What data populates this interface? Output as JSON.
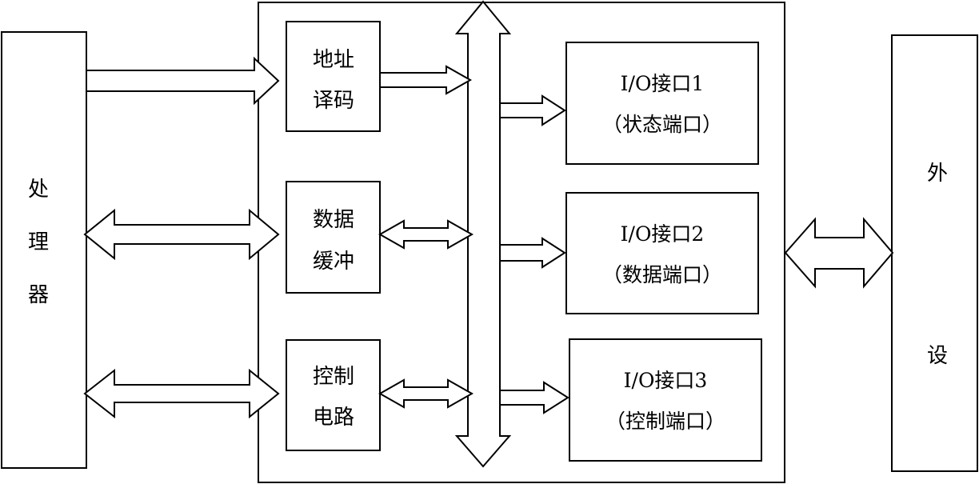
{
  "processor": {
    "lines": [
      "处",
      "理",
      "器"
    ]
  },
  "peripheral": {
    "lines": [
      "外",
      "设"
    ]
  },
  "address_decoder": {
    "line1": "地址",
    "line2": "译码"
  },
  "data_buffer": {
    "line1": "数据",
    "line2": "缓冲"
  },
  "control_circuit": {
    "line1": "控制",
    "line2": "电路"
  },
  "io_ports": [
    {
      "line1": "I/O接口1",
      "line2": "（状态端口）"
    },
    {
      "line1": "I/O接口2",
      "line2": "（数据端口）"
    },
    {
      "line1": "I/O接口3",
      "line2": "（控制端口）"
    }
  ]
}
